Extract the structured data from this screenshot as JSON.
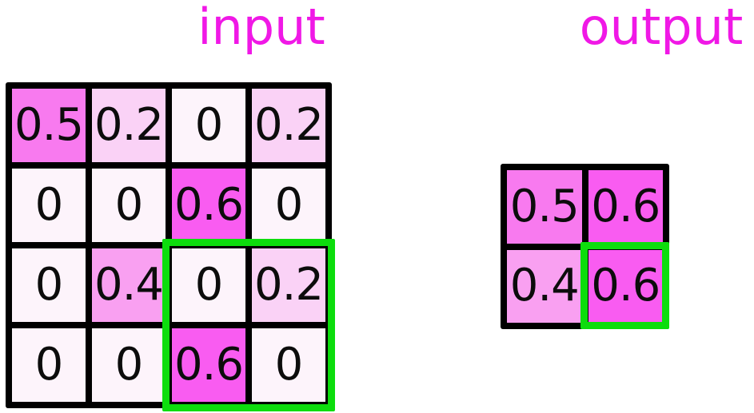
{
  "titles": {
    "input": "input",
    "output": "output"
  },
  "colors": {
    "title_text": "#f018e6",
    "cell_text": "#0c0c0c",
    "grid_lines": "#000000",
    "highlight_green": "#0ddd0d",
    "value_colors": {
      "0": "#fdf4fb",
      "0.2": "#fad2f6",
      "0.4": "#f9a0f1",
      "0.5": "#f87aef",
      "0.6": "#f95cf1"
    }
  },
  "input_grid": {
    "values": [
      [
        "0.5",
        "0.2",
        "0",
        "0.2"
      ],
      [
        "0",
        "0",
        "0.6",
        "0"
      ],
      [
        "0",
        "0.4",
        "0",
        "0.2"
      ],
      [
        "0",
        "0",
        "0.6",
        "0"
      ]
    ]
  },
  "output_grid": {
    "values": [
      [
        "0.5",
        "0.6"
      ],
      [
        "0.4",
        "0.6"
      ]
    ]
  },
  "highlights": {
    "input_window": "green box over input rows 3-4, columns 3-4",
    "output_cell": "green box over output row 2, column 2"
  }
}
